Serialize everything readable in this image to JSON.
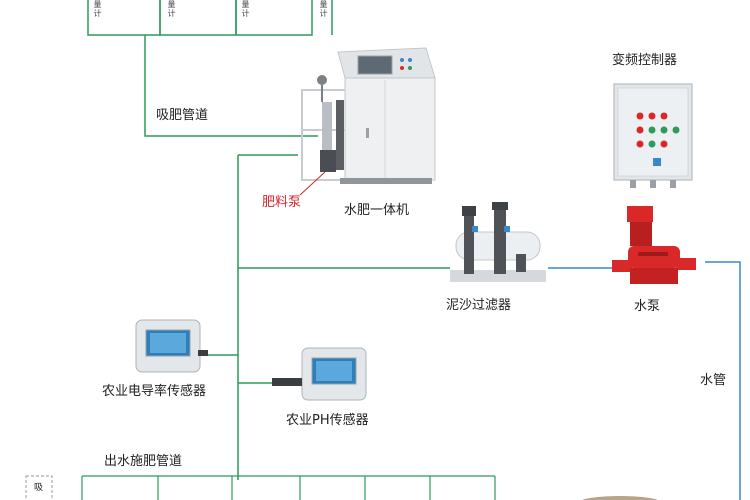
{
  "labels": {
    "suction_pipe": "吸肥管道",
    "fertilizer_pump": "肥料泵",
    "integrated_machine": "水肥一体机",
    "vfd_controller": "变频控制器",
    "sand_filter": "泥沙过滤器",
    "water_pump": "水泵",
    "water_pipe": "水管",
    "ec_sensor": "农业电导率传感器",
    "ph_sensor": "农业PH传感器",
    "outlet_pipe": "出水施肥管道"
  },
  "meters": [
    "量计",
    "量计",
    "量计",
    "量计"
  ],
  "small_tag": "吸",
  "colors": {
    "pipe_green": "#2f9a5c",
    "pipe_blue": "#3a87c9",
    "pipe_gray": "#9aa0a6",
    "pump_red": "#d82828",
    "label_red": "#d6262b"
  }
}
